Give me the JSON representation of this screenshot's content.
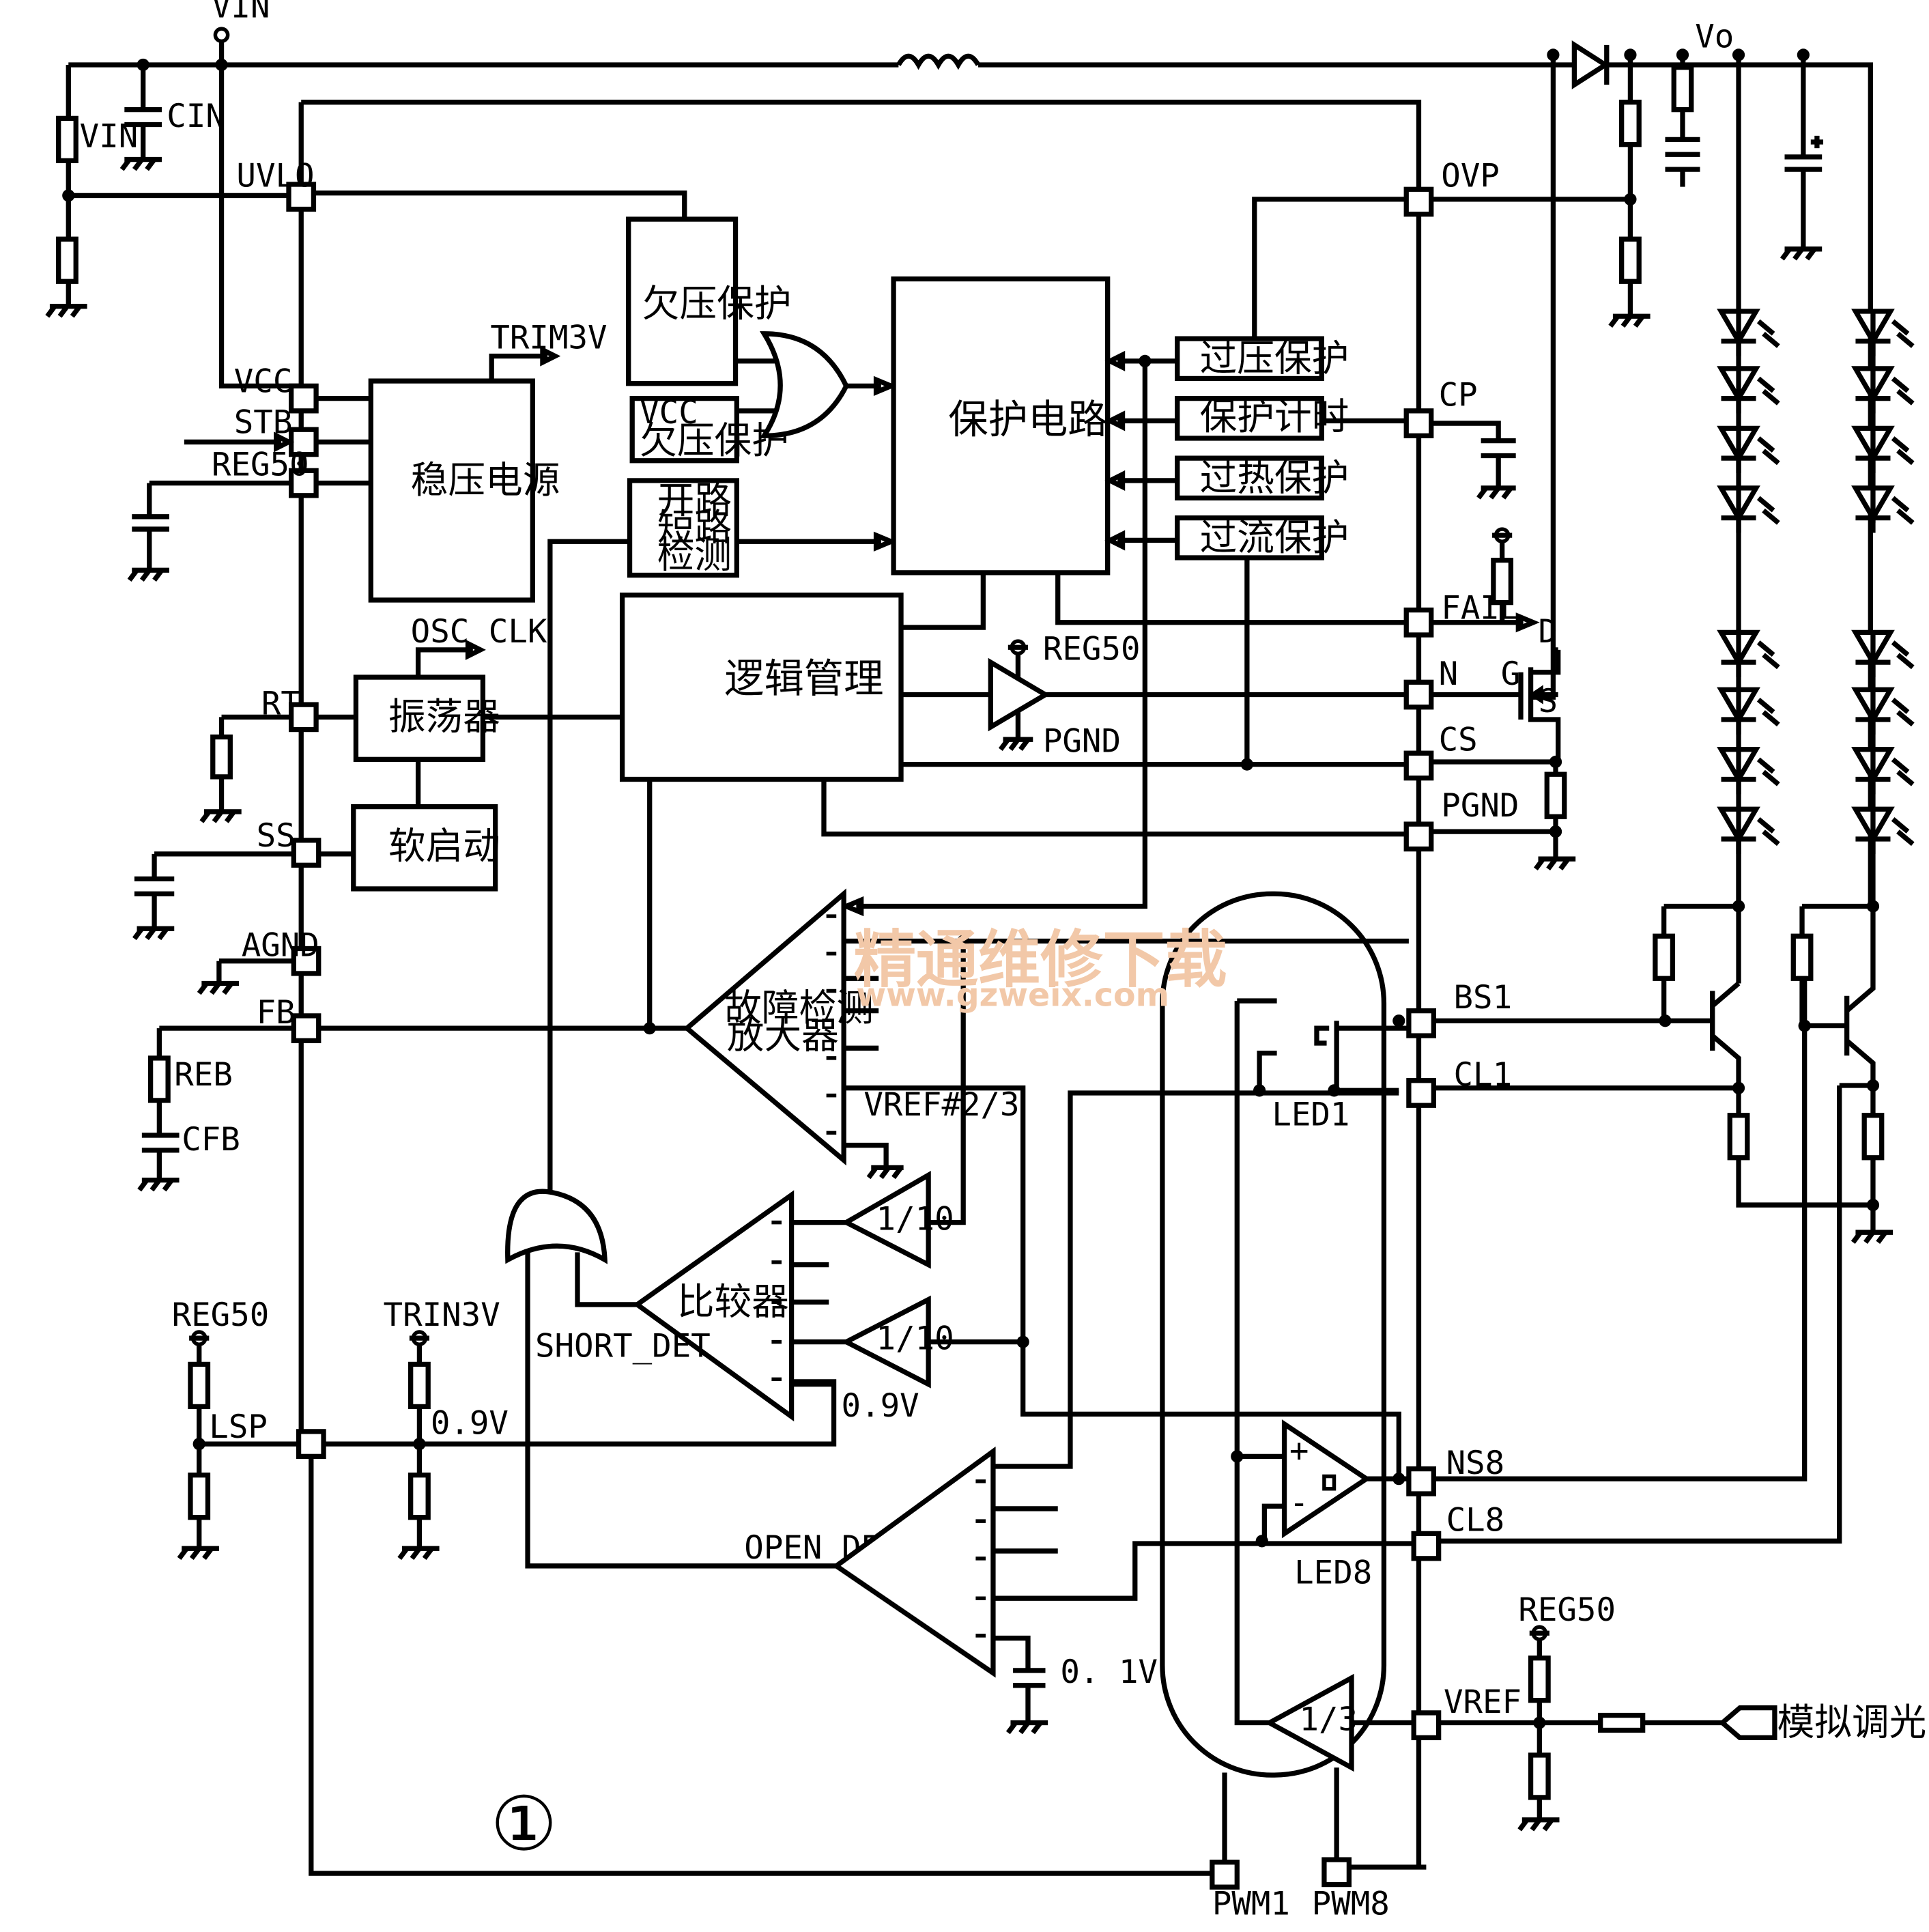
{
  "pins": {
    "vin_top": "VIN",
    "vin_res": "VIN",
    "cin": "CIN",
    "uvlo": "UVLO",
    "vcc": "VCC",
    "stb": "STB",
    "reg50": "REG50",
    "rt": "RT",
    "ss": "SS",
    "agnd": "AGND",
    "fb": "FB",
    "reb": "REB",
    "cfb": "CFB",
    "lsp": "LSP",
    "ovp": "OVP",
    "cp": "CP",
    "fail": "FAIL",
    "n": "N",
    "cs": "CS",
    "pgnd": "PGND",
    "bs1": "BS1",
    "cl1": "CL1",
    "ns8": "NS8",
    "cl8": "CL8",
    "vref": "VREF",
    "pwm1": "PWM1",
    "pwm8": "PWM8",
    "vo": "Vo",
    "d": "D",
    "g": "G",
    "s": "S"
  },
  "blocks": {
    "uv_protect": "欠压保护",
    "vcc_uv_line1": "VCC",
    "vcc_uv_line2": "欠压保护",
    "open_short_1": "开路",
    "open_short_2": "短路",
    "open_short_3": "检测",
    "protect_circuit": "保护电路",
    "over_voltage": "过压保护",
    "protect_timer": "保护计时",
    "over_heat": "过热保护",
    "over_current": "过流保护",
    "regulator": "稳压电源",
    "oscillator": "振荡器",
    "soft_start": "软启动",
    "logic": "逻辑管理",
    "fault_amp_1": "故障检测",
    "fault_amp_2": "放大器",
    "comparator": "比较器",
    "div10_a": "1/10",
    "div10_b": "1/10",
    "div3": "1/3",
    "analog_dim": "模拟调光"
  },
  "labels": {
    "trim3v_out": "TRIM3V",
    "osc_clk": "OSC CLK",
    "reg50_drv": "REG50",
    "pgnd_drv": "PGND",
    "vref_23": "VREF#2/3",
    "short_det": "SHORT_DET",
    "open_det": "OPEN_DET",
    "v09_a": "0.9V",
    "v09_b": "0.9V",
    "v01": "0. 1V",
    "reg50_lsp": "REG50",
    "trim3v_lsp": "TRIN3V",
    "reg50_vref": "REG50",
    "led1": "LED1",
    "led8": "LED8",
    "figure_no": "①"
  },
  "watermark": {
    "cn": "精通维修下载",
    "url": "www.gzweix.com"
  }
}
